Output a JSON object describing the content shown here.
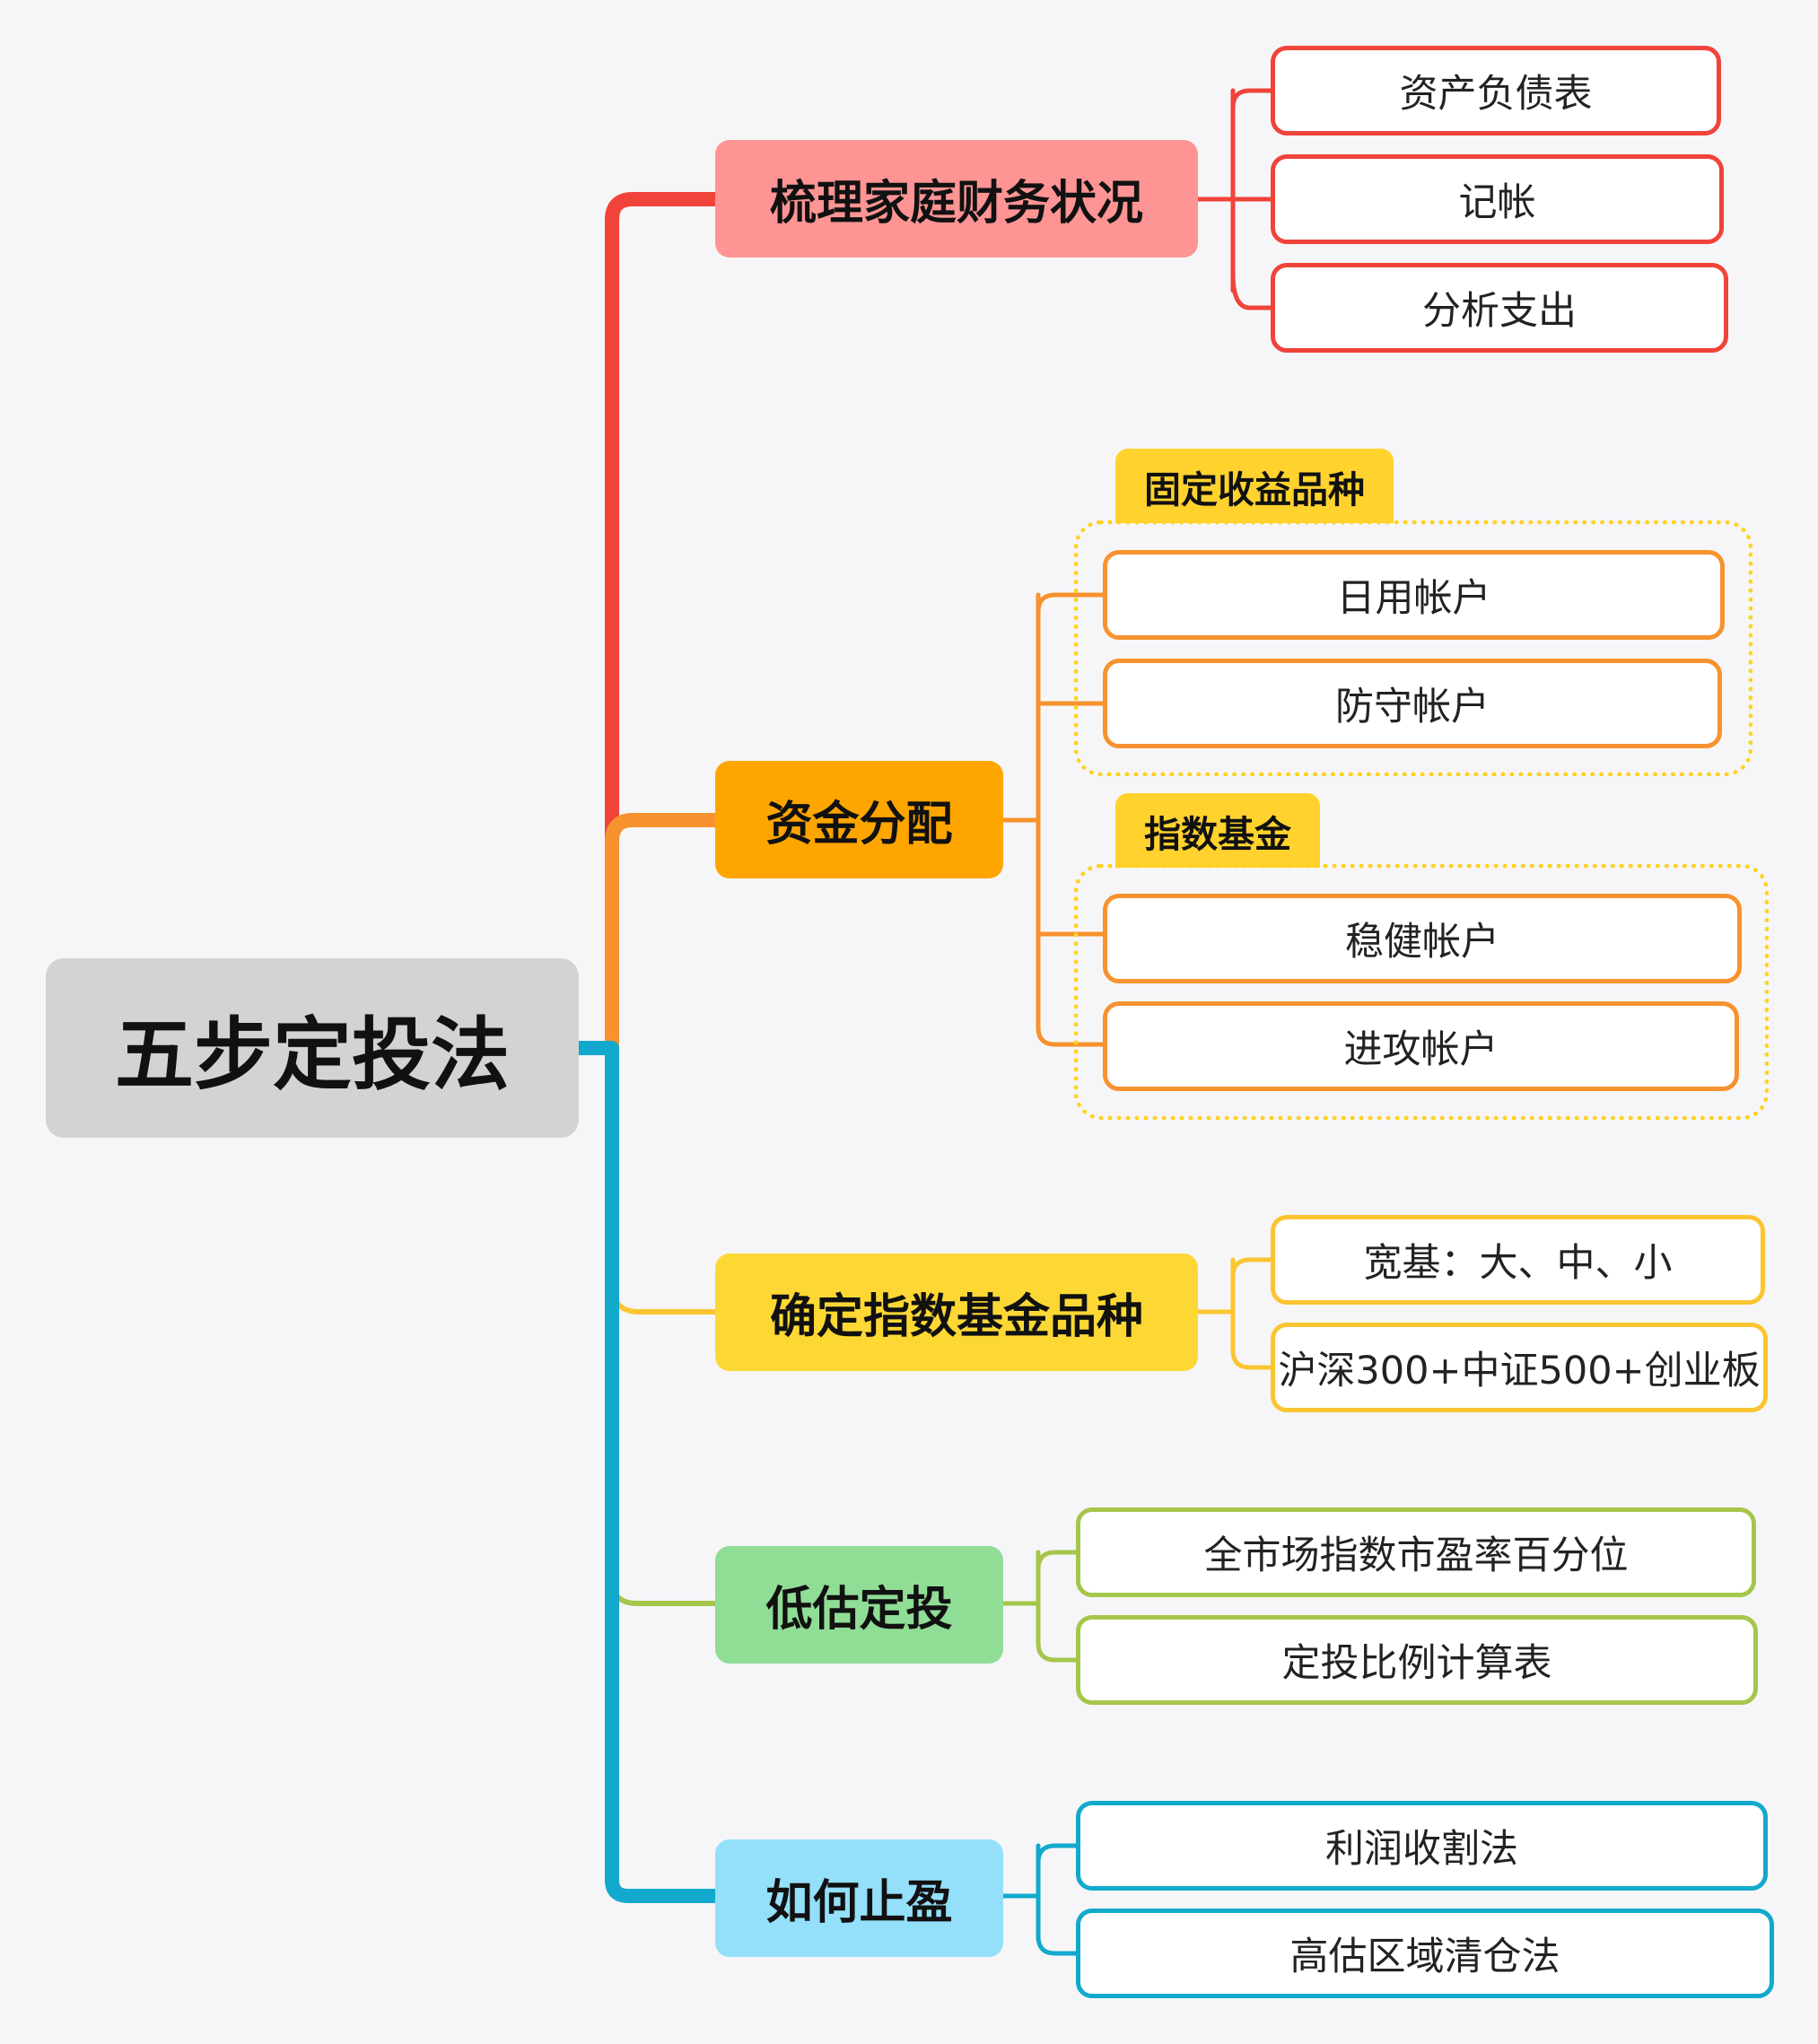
{
  "root": {
    "label": "五步定投法"
  },
  "branches": [
    {
      "label": "梳理家庭财务状况",
      "color": "#ff9494",
      "line_color": "#f0433a",
      "children": [
        "资产负债表",
        "记帐",
        "分析支出"
      ]
    },
    {
      "label": "资金分配",
      "color": "#ffa500",
      "line_color": "#f7922e",
      "groups": [
        {
          "label": "固定收益品种",
          "children": [
            "日用帐户",
            "防守帐户"
          ]
        },
        {
          "label": "指数基金",
          "children": [
            "稳健帐户",
            "进攻帐户"
          ]
        }
      ]
    },
    {
      "label": "确定指数基金品种",
      "color": "#fdd835",
      "line_color": "#fbc531",
      "children": [
        "宽基：大、中、小",
        "沪深300+中证500+创业板"
      ]
    },
    {
      "label": "低估定投",
      "color": "#90dd96",
      "line_color": "#a5c64a",
      "children": [
        "全市场指数市盈率百分位",
        "定投比例计算表"
      ]
    },
    {
      "label": "如何止盈",
      "color": "#94dffa",
      "line_color": "#12a9cc",
      "children": [
        "利润收割法",
        "高估区域清仓法"
      ]
    }
  ]
}
